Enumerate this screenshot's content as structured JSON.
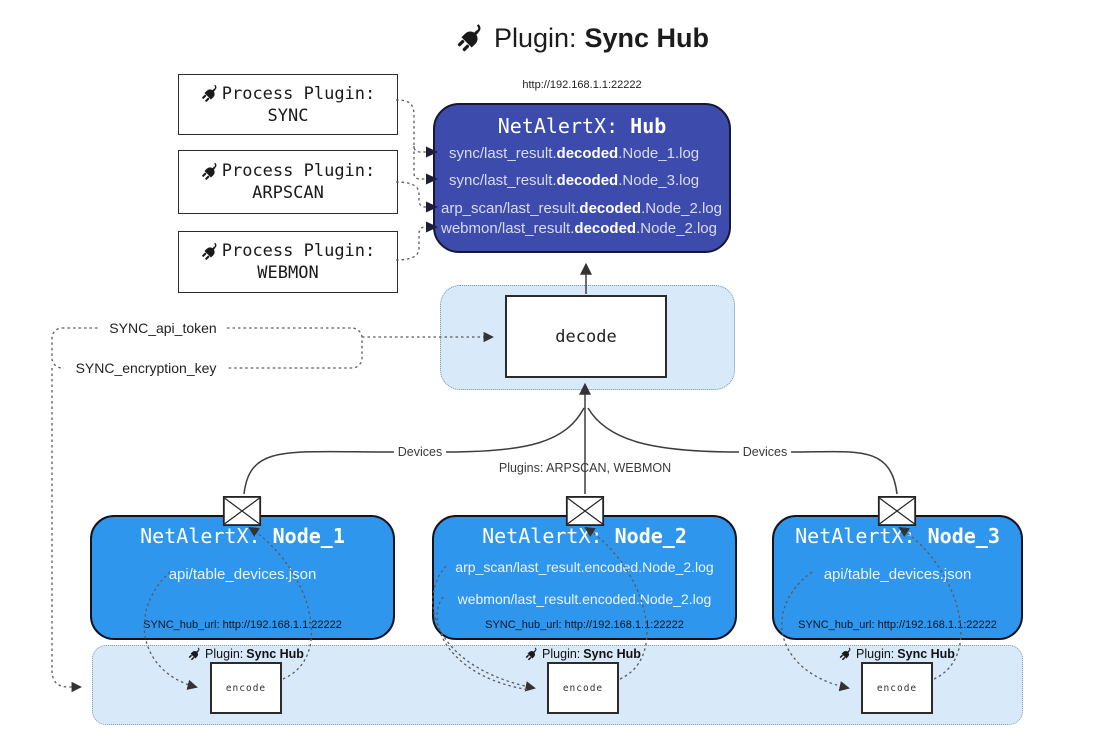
{
  "header": {
    "label": "Plugin:",
    "name": "Sync Hub"
  },
  "process_plugins": [
    {
      "label": "Process Plugin:",
      "name": "SYNC"
    },
    {
      "label": "Process Plugin:",
      "name": "ARPSCAN"
    },
    {
      "label": "Process Plugin:",
      "name": "WEBMON"
    }
  ],
  "hub": {
    "url": "http://192.168.1.1:22222",
    "title_label": "NetAlertX:",
    "title_name": "Hub",
    "lines": [
      {
        "pre": "sync/last_result.",
        "bold": "decoded",
        "post": ".Node_1.log"
      },
      {
        "pre": "sync/last_result.",
        "bold": "decoded",
        "post": ".Node_3.log"
      },
      {
        "pre": "arp_scan/last_result.",
        "bold": "decoded",
        "post": ".Node_2.log"
      },
      {
        "pre": "webmon/last_result.",
        "bold": "decoded",
        "post": ".Node_2.log"
      }
    ]
  },
  "decode": {
    "label": "decode"
  },
  "secrets": {
    "api_token": "SYNC_api_token",
    "encryption_key": "SYNC_encryption_key"
  },
  "edge_labels": {
    "devices_left": "Devices",
    "plugins_mid": "Plugins: ARPSCAN, WEBMON",
    "devices_right": "Devices"
  },
  "nodes": [
    {
      "title_label": "NetAlertX:",
      "title_name": "Node_1",
      "lines": [
        "api/table_devices.json"
      ],
      "footer": "SYNC_hub_url: http://192.168.1.1:22222"
    },
    {
      "title_label": "NetAlertX:",
      "title_name": "Node_2",
      "lines": [
        "arp_scan/last_result.encoded.Node_2.log",
        "webmon/last_result.encoded.Node_2.log"
      ],
      "footer": "SYNC_hub_url: http://192.168.1.1:22222"
    },
    {
      "title_label": "NetAlertX:",
      "title_name": "Node_3",
      "lines": [
        "api/table_devices.json"
      ],
      "footer": "SYNC_hub_url: http://192.168.1.1:22222"
    }
  ],
  "encoders": [
    {
      "label": "Plugin:",
      "name": "Sync Hub",
      "box_label": "encode"
    },
    {
      "label": "Plugin:",
      "name": "Sync Hub",
      "box_label": "encode"
    },
    {
      "label": "Plugin:",
      "name": "Sync Hub",
      "box_label": "encode"
    }
  ],
  "colors": {
    "hub_fill": "#3d4bac",
    "node_fill": "#2f96ee",
    "panel_fill": "#d8e9fa",
    "panel_border": "#7d9cc2",
    "line": "#3d3d3d",
    "dotted_line": "#5a5a5a"
  }
}
